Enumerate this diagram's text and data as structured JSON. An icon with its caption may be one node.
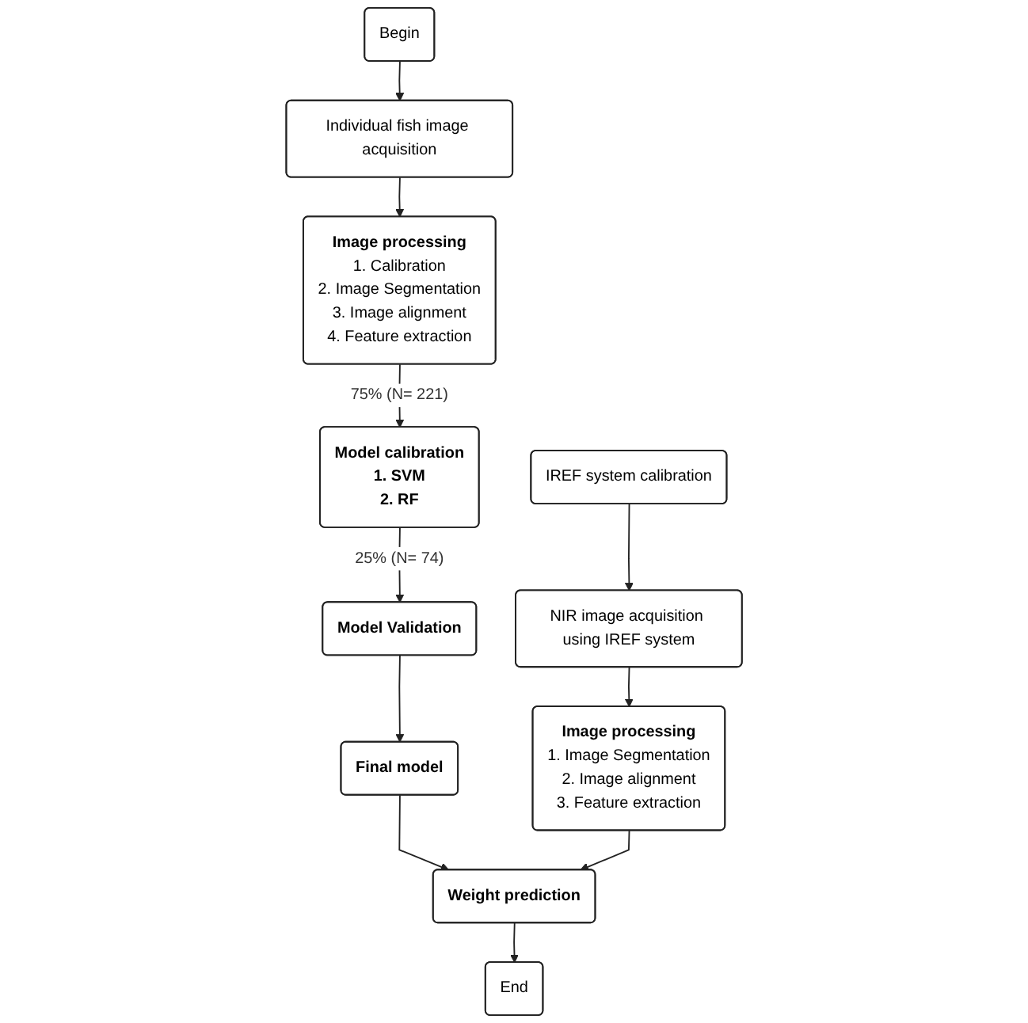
{
  "diagram": {
    "nodes": [
      {
        "text": [
          "Begin"
        ]
      },
      {
        "text": [
          "Individual fish image acquisition"
        ]
      },
      {
        "text": [
          "Image processing",
          "1. Calibration",
          "2. Image Segmentation",
          "3. Image alignment",
          "4. Feature extraction"
        ]
      },
      {
        "text": [
          "Model calibration",
          "1. SVM",
          "2. RF"
        ]
      },
      {
        "text": [
          "Model Validation"
        ]
      },
      {
        "text": [
          "Final model"
        ]
      },
      {
        "text": [
          "IREF system calibration"
        ]
      },
      {
        "text": [
          "NIR image acquisition using IREF system"
        ]
      },
      {
        "text": [
          "Image processing",
          "1. Image Segmentation",
          "2. Image alignment",
          "3. Feature extraction"
        ]
      },
      {
        "text": [
          "Weight prediction"
        ]
      },
      {
        "text": [
          "End"
        ]
      }
    ],
    "edges": [
      {
        "from": 0,
        "to": 1,
        "arrow": "to"
      },
      {
        "from": 1,
        "to": 2,
        "arrow": "to"
      },
      {
        "from": 2,
        "to": 3,
        "arrow": "to",
        "label": "75% (N= 221)"
      },
      {
        "from": 3,
        "to": 4,
        "arrow": "to",
        "label": "25% (N= 74)"
      },
      {
        "from": 4,
        "to": 5,
        "arrow": "to"
      },
      {
        "from": 5,
        "to": 9,
        "arrow": "to"
      },
      {
        "from": 6,
        "to": 7,
        "arrow": "to"
      },
      {
        "from": 7,
        "to": 8,
        "arrow": "to"
      },
      {
        "from": 8,
        "to": 9,
        "arrow": "to"
      },
      {
        "from": 9,
        "to": 10,
        "arrow": "to"
      }
    ]
  }
}
